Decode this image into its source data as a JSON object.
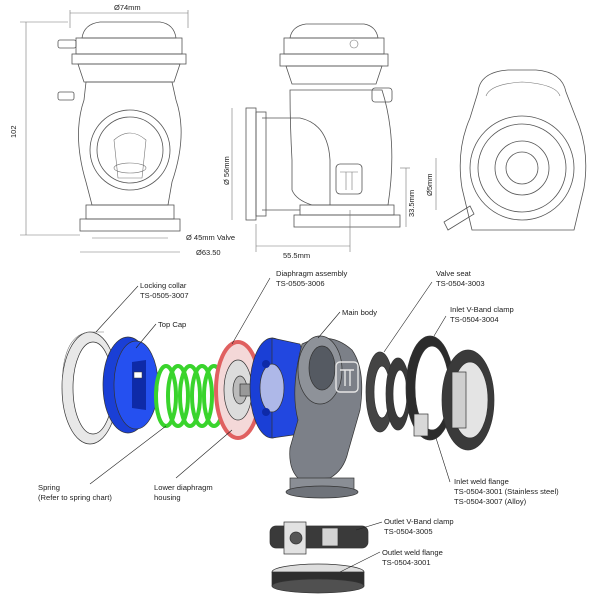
{
  "colors": {
    "top_cap": "#1a3fd6",
    "spring": "#39d42c",
    "diaphragm_ring": "#e06060",
    "body": "#7c8088",
    "dark_part": "#2c2c2c",
    "line": "#555555"
  },
  "drawing": {
    "dims": {
      "width_top": "Ø74mm",
      "height_left": "102",
      "valve": "Ø 45mm Valve",
      "flange": "Ø63.50",
      "side_height": "Ø 56mm",
      "side_length": "55.5mm",
      "side_offset": "33.5mm",
      "rear_port": "Ø5mm"
    },
    "body_logo_icon": "turbosmart-logo-icon"
  },
  "exploded": {
    "labels": {
      "locking_collar": {
        "name": "Locking collar",
        "part": "TS-0505-3007"
      },
      "top_cap": {
        "name": "Top Cap"
      },
      "diaphragm_assembly": {
        "name": "Diaphragm assembly",
        "part": "TS-0505-3006"
      },
      "main_body": {
        "name": "Main body"
      },
      "valve_seat": {
        "name": "Valve seat",
        "part": "TS-0504-3003"
      },
      "inlet_vband": {
        "name": "Inlet V-Band clamp",
        "part": "TS-0504-3004"
      },
      "spring": {
        "name": "Spring",
        "note": "(Refer to spring chart)"
      },
      "lower_housing": {
        "name": "Lower diaphragm",
        "name2": "housing"
      },
      "inlet_weld": {
        "name": "Inlet weld flange",
        "part1": "TS-0504-3001 (Stainless steel)",
        "part2": "TS-0504-3007 (Alloy)"
      },
      "outlet_vband": {
        "name": "Outlet V-Band clamp",
        "part": "TS-0504-3005"
      },
      "outlet_weld": {
        "name": "Outlet weld flange",
        "part": "TS-0504-3001"
      }
    }
  }
}
